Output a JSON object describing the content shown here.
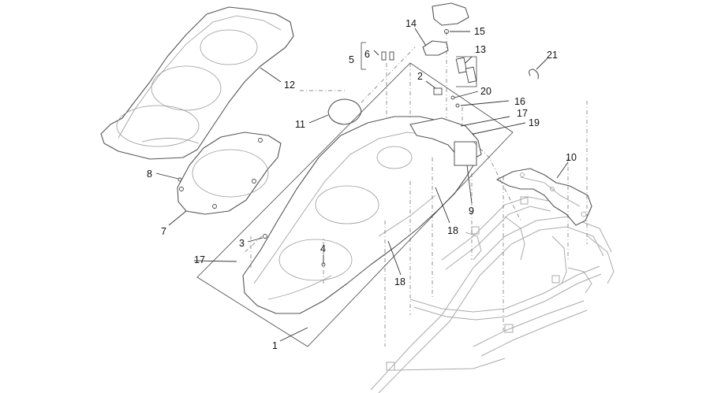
{
  "diagram": {
    "callouts": {
      "c1": "1",
      "c2": "2",
      "c3": "3",
      "c4": "4",
      "c5": "5",
      "c6": "6",
      "c7": "7",
      "c8": "8",
      "c9": "9",
      "c10": "10",
      "c11": "11",
      "c12": "12",
      "c13": "13",
      "c14": "14",
      "c15": "15",
      "c16": "16",
      "c17a": "17",
      "c17b": "17",
      "c18a": "18",
      "c18b": "18",
      "c19": "19",
      "c20": "20",
      "c21": "21"
    }
  }
}
